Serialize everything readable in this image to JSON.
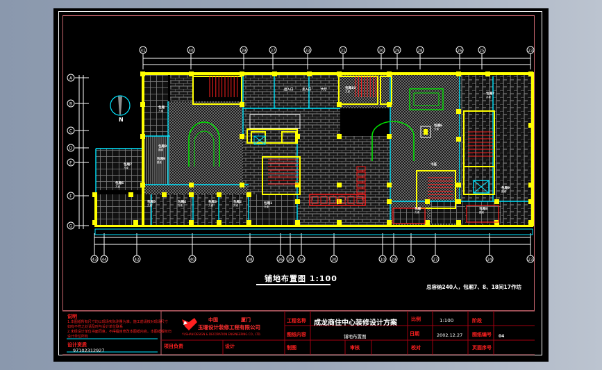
{
  "drawing": {
    "title": "铺地布置图 1:100",
    "capacity_note": "总容纳240人，包厢7、8、18间17作坊",
    "north_label": "N",
    "colors": {
      "canvas": "#8a98ad",
      "sheet": "#000000",
      "frame": "#c8656e",
      "wall": "#ffff00",
      "partition": "#00e5ff",
      "stair": "#ff2020",
      "furniture": "#00e000",
      "floor_hatch": "#808080"
    },
    "axes": {
      "top": [
        "41",
        "40",
        "39",
        "37",
        "33",
        "31",
        "30",
        "29",
        "28",
        "26",
        "25",
        "23"
      ],
      "bottom": [
        "43",
        "44",
        "42",
        "40",
        "38",
        "36",
        "35",
        "34",
        "30",
        "10",
        "29",
        "28",
        "27",
        "24",
        "23"
      ],
      "left": [
        "A",
        "B",
        "C",
        "D",
        "E",
        "F",
        "G"
      ]
    },
    "rooms": [
      {
        "label": "包厢",
        "sub": "方桌"
      },
      {
        "label": "包厢8",
        "sub": "圆桌"
      },
      {
        "label": "包厢9",
        "sub": "圆桌"
      },
      {
        "label": "包厢7",
        "sub": "方桌"
      },
      {
        "label": "包厢6",
        "sub": "方桌"
      },
      {
        "label": "包厢5",
        "sub": "方桌"
      },
      {
        "label": "包厢4",
        "sub": "方桌"
      },
      {
        "label": "包厢3",
        "sub": "方桌"
      },
      {
        "label": "包厢2",
        "sub": "方桌"
      },
      {
        "label": "包厢1",
        "sub": "方桌"
      },
      {
        "label": "出入口",
        "sub": ""
      },
      {
        "label": "主入口",
        "sub": ""
      },
      {
        "label": "大厅",
        "sub": ""
      },
      {
        "label": "包厢10",
        "sub": "方桌"
      },
      {
        "label": "卡座",
        "sub": ""
      }
    ]
  },
  "title_block": {
    "notes_heading": "说明",
    "notes_lines": [
      "1.本图纸所有尺寸均以现场实际测量为准，施工前请核对现场尺寸",
      "  如有不符之处请及时与设计单位联系",
      "2.未经设计单位书面同意，不得擅自修改本图纸内容，本图纸版权归",
      "  设计单位所有"
    ],
    "license_heading": "设计资质",
    "license_number": "97102312927",
    "company_line1_left": "中国",
    "company_line1_right": "厦门",
    "company_name": "玉珊设计装修工程有限公司",
    "company_english": "YUSHAN DESIGN & DECORATION ENGINEERING CO., LTD.",
    "project_lead_label": "项目负责",
    "design_label": "设计",
    "project_name_label": "工程名称",
    "project_name": "成龙商住中心装修设计方案",
    "drawing_content_label": "图纸内容",
    "drawing_content": "铺地布置图",
    "drafting_label": "制图",
    "review_label": "审核",
    "scale_label": "比例",
    "scale_value": "1:100",
    "date_label": "日期",
    "date_value": "2002.12.27",
    "check_label": "校对",
    "stage_label": "阶段",
    "drawing_number_label": "图纸编号",
    "drawing_number_value": "04",
    "sheet_order_label": "页面序号"
  }
}
